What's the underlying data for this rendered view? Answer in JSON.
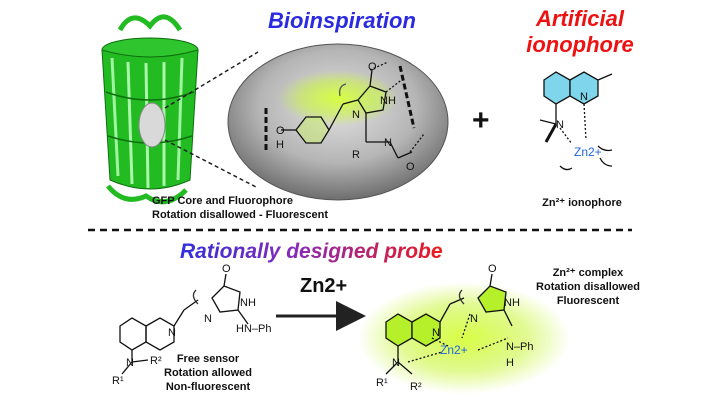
{
  "headers": {
    "bioinspiration": "Bioinspiration",
    "artificial_line1": "Artificial",
    "artificial_line2": "ionophore",
    "rational": "Rationally designed probe"
  },
  "gfp": {
    "caption_line1": "GFP Core and Fluorophore",
    "caption_line2": "Rotation disallowed - Fluorescent"
  },
  "ionophore": {
    "caption": "Zn²⁺ ionophore",
    "zn_label": "Zn2+",
    "n_label": "N"
  },
  "plus": "+",
  "arrow": {
    "label": "Zn2+"
  },
  "free_sensor": {
    "line1": "Free sensor",
    "line2": "Rotation allowed",
    "line3": "Non-fluorescent"
  },
  "complex": {
    "line1": "Zn²⁺ complex",
    "line2": "Rotation disallowed",
    "line3": "Fluorescent",
    "zn_label": "Zn2+"
  },
  "atoms": {
    "O": "O",
    "N": "N",
    "NH": "NH",
    "HN": "HN",
    "H": "H",
    "R": "R",
    "HN_Ph": "HN–Ph",
    "N_Ph": "N–Ph",
    "R1": "R¹",
    "R2": "R²"
  },
  "colors": {
    "blue_header": "#2a2ae0",
    "red_header": "#ee1111",
    "protein_green": "#22bb22",
    "zn_blue": "#2266dd",
    "quinoline_fill": "#7fd6ec",
    "complex_fill": "#b6f02a"
  }
}
